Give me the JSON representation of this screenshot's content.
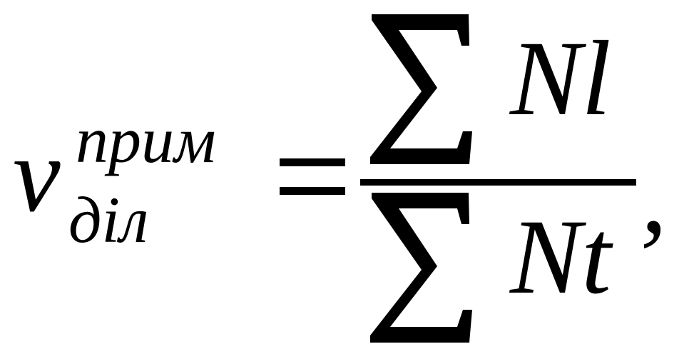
{
  "formula": {
    "lhs": {
      "variable": "v",
      "superscript": "прим",
      "subscript": "діл"
    },
    "operator": "=",
    "fraction": {
      "numerator": {
        "operator": "∑",
        "term": "Nl"
      },
      "denominator": {
        "operator": "∑",
        "term": "Nt"
      }
    },
    "trailing": ","
  }
}
